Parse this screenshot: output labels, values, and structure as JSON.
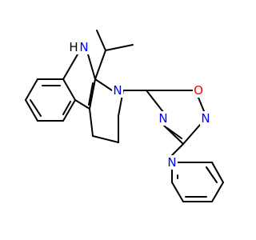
{
  "colors": {
    "background": "#ffffff",
    "bond": "#000000",
    "nitrogen": "#0000ff",
    "oxygen": "#ff0000",
    "hydrogen_on_nitrogen": "#000000"
  },
  "atoms": {
    "indole_nh_n": "N",
    "indole_nh_h": "H",
    "ring_n": "N",
    "oxadiazole_o": "O",
    "oxadiazole_n2": "N",
    "oxadiazole_n4": "N",
    "pyridine_n": "N"
  }
}
